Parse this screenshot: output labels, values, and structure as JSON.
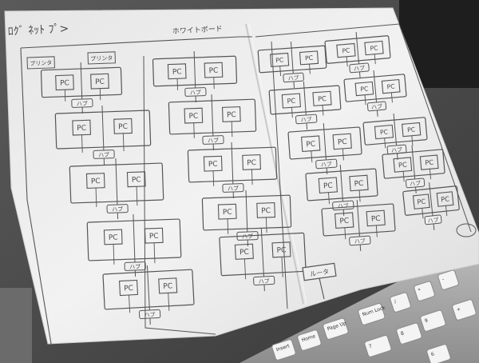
{
  "photo": {
    "subject": "hand-drawn network diagram on paper",
    "tone": "grayscale"
  },
  "paper": {
    "header_scribble": "ﾛｸﾞ ﾈｯﾄ ﾌﾟ>",
    "title_note": "ホワイトボード"
  },
  "labels": {
    "pc": "PC",
    "hub": "ハブ",
    "router": "ルータ",
    "printer": "プリンタ"
  },
  "keyboard": {
    "keys": [
      "Insert",
      "Home",
      "Page Up",
      "Num Lock",
      "/",
      "*",
      "-",
      "7",
      "8",
      "9",
      "+",
      "6"
    ]
  }
}
